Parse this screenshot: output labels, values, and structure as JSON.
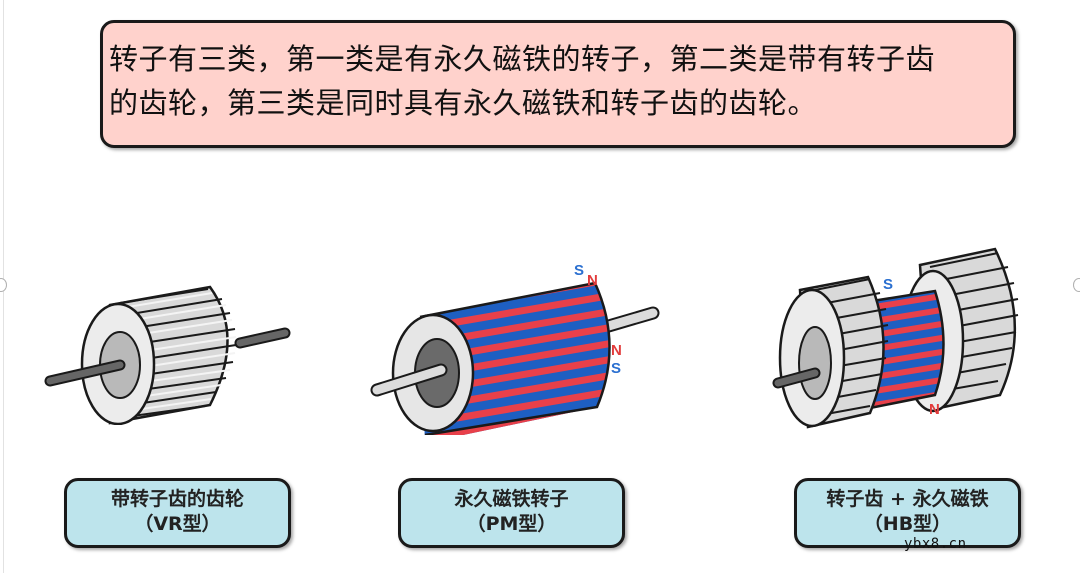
{
  "intro": {
    "line1": "转子有三类，第一类是有永久磁铁的转子，第二类是带有转子齿",
    "line2": "的齿轮，第三类是同时具有永久磁铁和转子齿的齿轮。"
  },
  "rotors": [
    {
      "id": "vr",
      "label_line1": "带转子齿的齿轮",
      "label_line2": "（VR型）"
    },
    {
      "id": "pm",
      "label_line1": "永久磁铁转子",
      "label_line2": "（PM型）",
      "poles": {
        "top_s": "S",
        "top_n": "N",
        "side_n": "N",
        "side_s": "S"
      }
    },
    {
      "id": "hb",
      "label_line1": "转子齿 + 永久磁铁",
      "label_line2": "（HB型）",
      "poles": {
        "top_s": "S",
        "bottom_n": "N"
      }
    }
  ],
  "colors": {
    "intro_bg": "#ffd2cc",
    "label_bg": "#bde4ec",
    "magnet_red": "#e8404a",
    "magnet_blue": "#1e5fc2",
    "pole_s": "#2a6fd0",
    "pole_n": "#e23b3b",
    "gear_gray": "#d9d9d9"
  },
  "watermark": "ybx8.cn"
}
